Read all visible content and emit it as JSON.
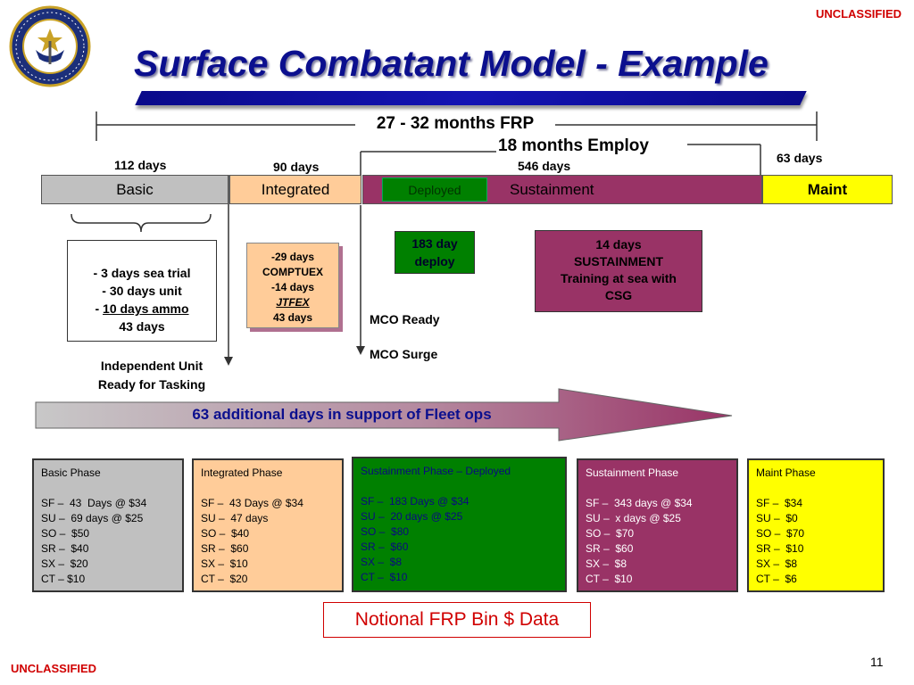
{
  "classification": "UNCLASSIFIED",
  "page_number": "11",
  "title": "Surface Combatant Model - Example",
  "timeline": {
    "frp_label": "27 - 32 months FRP",
    "employ_label": "18 months Employ",
    "durations": {
      "basic": "112 days",
      "integrated": "90 days",
      "sustainment": "546 days",
      "maint": "63 days"
    }
  },
  "phases": {
    "basic": "Basic",
    "integrated": "Integrated",
    "deployed": "Deployed",
    "sustainment": "Sustainment",
    "maint": "Maint"
  },
  "colors": {
    "basic": "#c0c0c0",
    "integrated": "#ffcc99",
    "deployed": "#008000",
    "sustainment": "#993366",
    "maint": "#ffff00",
    "title": "#0b0f8e",
    "classification": "#d00000"
  },
  "basic_box": {
    "line1_prefix": "- ",
    "line1": "3 days sea trial",
    "line2_prefix": "- ",
    "line2": "30 days unit",
    "line3_prefix": "- ",
    "line3": "10 days ammo",
    "total": "43 days"
  },
  "integrated_box": {
    "line1": "-29 days",
    "line2": "COMPTUEX",
    "line3": "-14 days",
    "line4": "JTFEX",
    "line5": "43 days"
  },
  "deploy_box": {
    "line1": "183 day",
    "line2": "deploy"
  },
  "sustain_box": {
    "line1": "14 days",
    "line2": "SUSTAINMENT",
    "line3": "Training at sea with",
    "line4": "CSG"
  },
  "markers": {
    "independent_line1": "Independent Unit",
    "independent_line2": "Ready for Tasking",
    "mco_ready": "MCO Ready",
    "mco_surge": "MCO Surge"
  },
  "arrow_text": "63 additional days in support of Fleet ops",
  "detail_boxes": [
    {
      "title": "Basic Phase",
      "lines": [
        "SF –  43  Days @ $34",
        "SU –  69 days @ $25",
        "SO –  $50",
        "SR –  $40",
        "SX –  $20",
        "CT – $10"
      ]
    },
    {
      "title": "Integrated Phase",
      "lines": [
        "SF –  43 Days @ $34",
        "SU –  47 days",
        "SO –  $40",
        "SR –  $60",
        "SX –  $10",
        "CT –  $20"
      ]
    },
    {
      "title": "Sustainment Phase – Deployed",
      "lines": [
        "SF –  183 Days @ $34",
        "SU –  20 days @ $25",
        "SO –  $80",
        "SR –  $60",
        "SX –  $8",
        "CT –  $10"
      ]
    },
    {
      "title": "Sustainment Phase",
      "lines": [
        "SF –  343 days @ $34",
        "SU –  x days @ $25",
        "SO –  $70",
        "SR –  $60",
        "SX –  $8",
        "CT –  $10"
      ]
    },
    {
      "title": "Maint Phase",
      "lines": [
        "SF –  $34",
        "SU –  $0",
        "SO –  $70",
        "SR –  $10",
        "SX –  $8",
        "CT –  $6"
      ]
    }
  ],
  "footer_note": "Notional FRP Bin $ Data"
}
